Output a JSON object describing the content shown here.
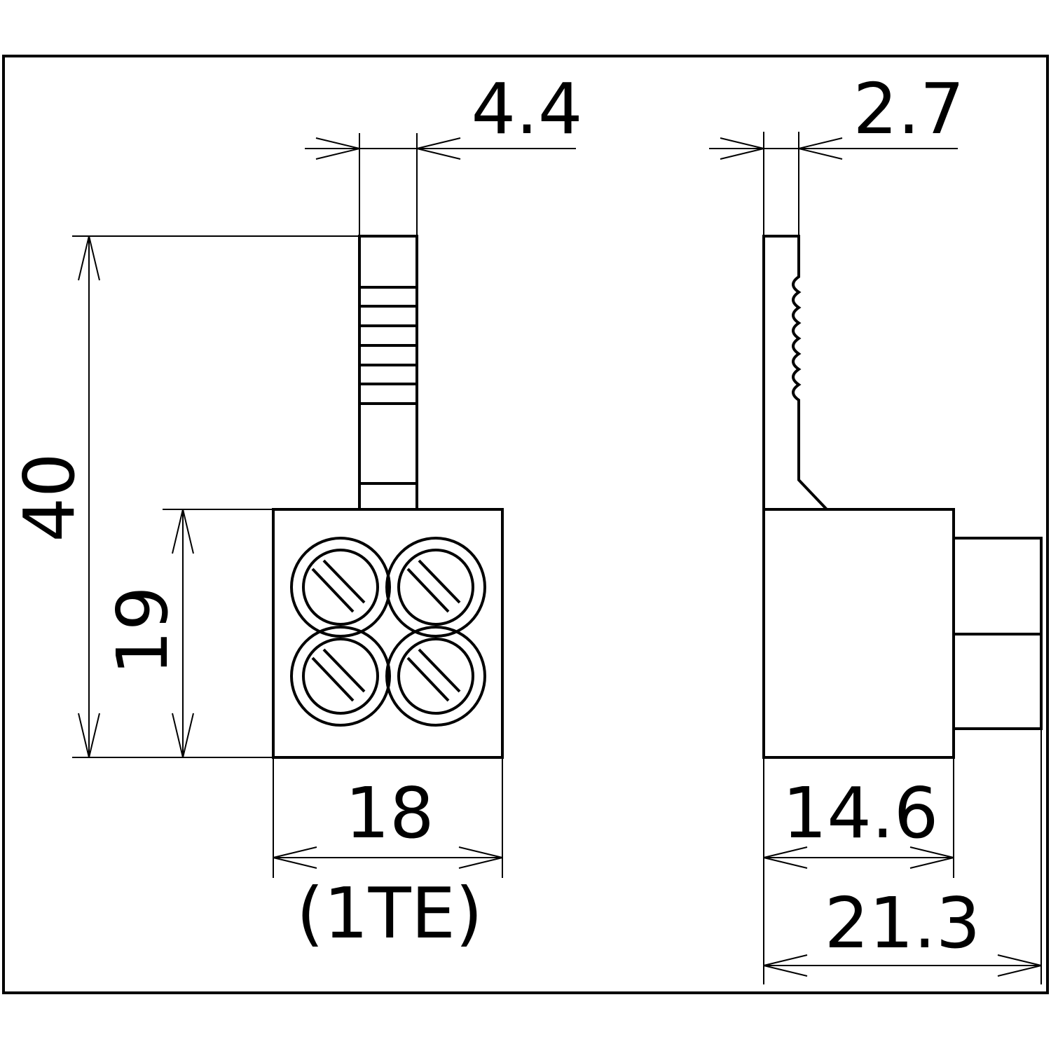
{
  "drawing": {
    "front_view": {
      "width": "18",
      "width_note": "(1TE)",
      "height_total": "40",
      "height_body": "19",
      "tab_width": "4.4"
    },
    "side_view": {
      "tab_thickness": "2.7",
      "body_depth": "14.6",
      "total_depth": "21.3"
    }
  }
}
